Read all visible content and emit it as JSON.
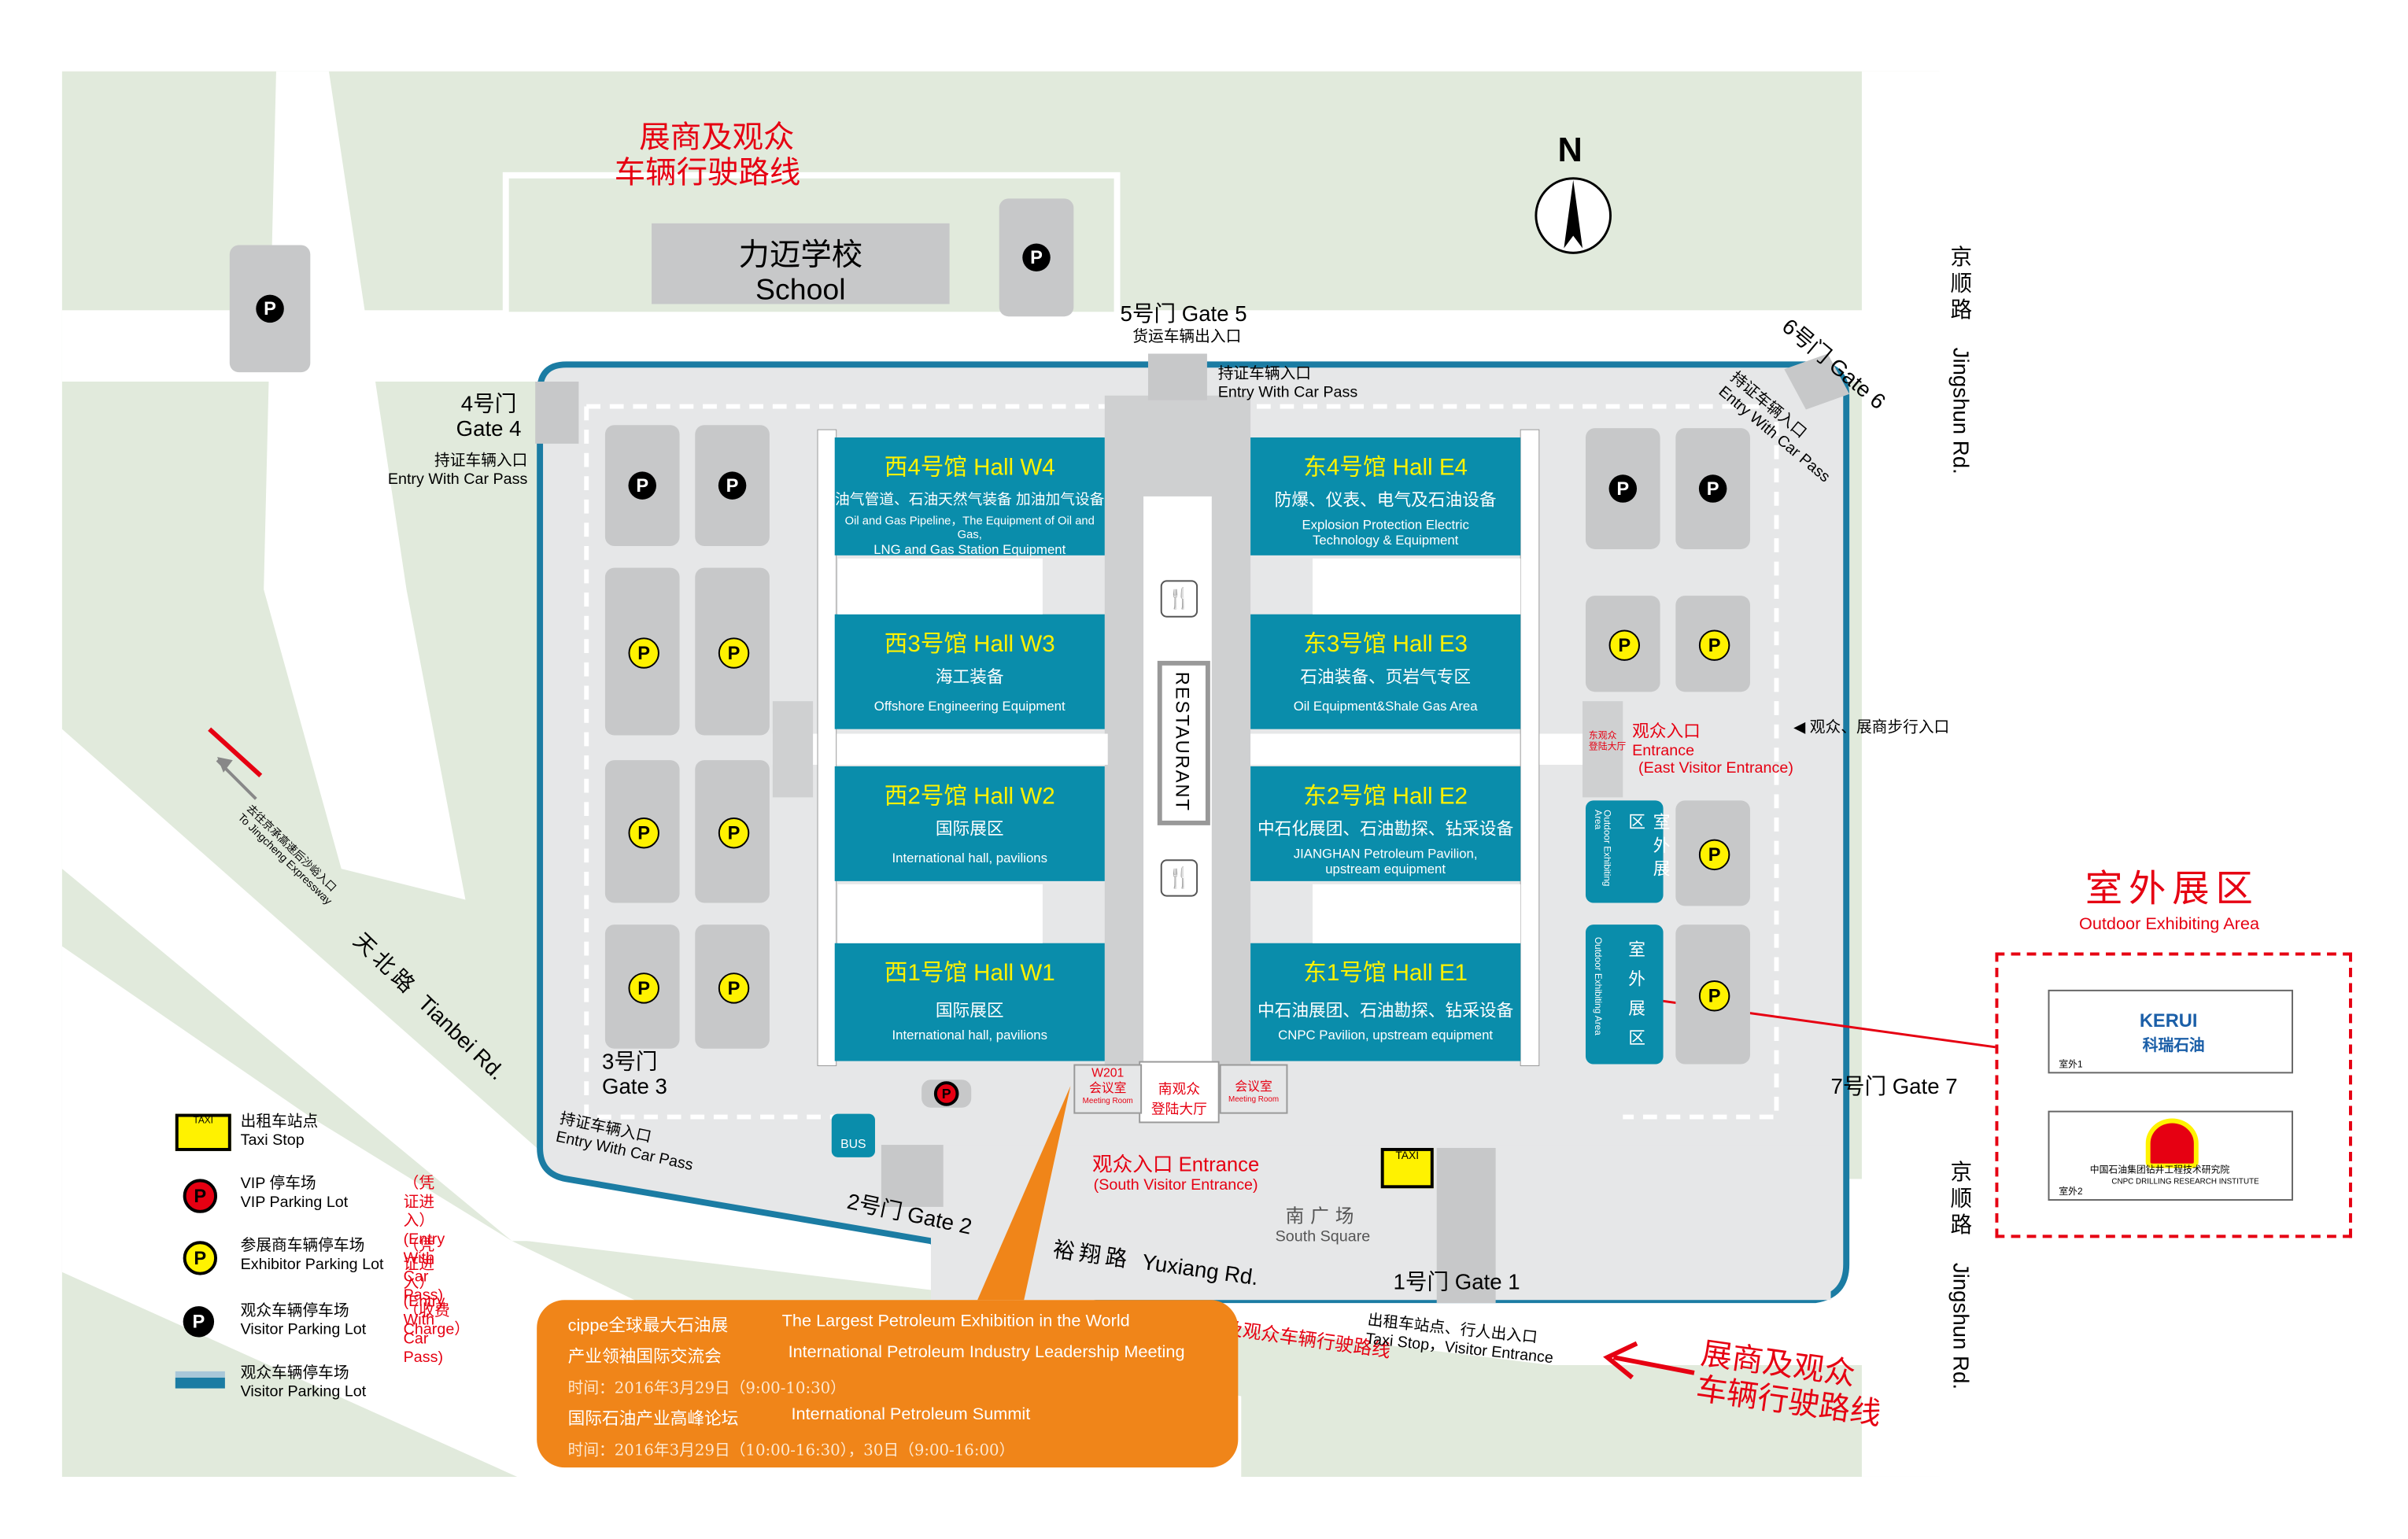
{
  "colors": {
    "hall_blue": "#0a8dab",
    "ground_green": "#e1eadc",
    "road_gray": "#e6e7e8",
    "parking_gray": "#c7c8c9",
    "accent_red": "#e60012",
    "hall_title_yellow": "#fff200",
    "callout_orange": "#f08519",
    "boundary_blue": "#1b7ca3"
  },
  "north_label": "N",
  "route_title_top": {
    "line1": "展商及观众",
    "line2": "车辆行驶路线"
  },
  "route_title_bottom": {
    "line1": "展商及观众",
    "line2": "车辆行驶路线"
  },
  "route_fragment": "及观众车辆行驶路线",
  "school": {
    "cn": "力迈学校",
    "en": "School"
  },
  "gates": {
    "gate5": {
      "name": "5号门 Gate 5",
      "sub": "货运车辆出入口",
      "pass_cn": "持证车辆入口",
      "pass_en": "Entry With Car Pass"
    },
    "gate4": {
      "name_cn": "4号门",
      "name_en": "Gate 4",
      "pass_cn": "持证车辆入口",
      "pass_en": "Entry With Car Pass"
    },
    "gate6": {
      "name": "6号门 Gate 6",
      "pass_cn": "持证车辆入口",
      "pass_en": "Entry With Car Pass"
    },
    "gate3": {
      "name_cn": "3号门",
      "name_en": "Gate 3",
      "pass_cn": "持证车辆入口",
      "pass_en": "Entry With Car Pass"
    },
    "gate2": {
      "name": "2号门 Gate 2"
    },
    "gate1": {
      "name": "1号门 Gate 1",
      "sub_cn": "出租车站点、行人出入口",
      "sub_en": "Taxi Stop，Visitor Entrance"
    },
    "gate7": {
      "name": "7号门 Gate 7"
    }
  },
  "roads": {
    "jingshun_top": {
      "cn": "京顺路",
      "en": "Jingshun Rd."
    },
    "jingshun_bottom": {
      "cn": "京顺路",
      "en": "Jingshun Rd."
    },
    "tianbei": {
      "cn": "天北路",
      "en": "Tianbei Rd."
    },
    "yuxiang": {
      "cn": "裕翔路",
      "en": "Yuxiang Rd."
    },
    "expressway": {
      "cn": "去往京承高速后沙峪入口",
      "en": "To Jingcheng Expressway"
    }
  },
  "halls": {
    "w4": {
      "title": "西4号馆  Hall W4",
      "cn": "油气管道、石油天然气装备 加油加气设备",
      "en1": "Oil and Gas Pipeline，The Equipment of Oil and Gas,",
      "en2": "LNG and Gas Station Equipment"
    },
    "w3": {
      "title": "西3号馆  Hall W3",
      "cn": "海工装备",
      "en1": "Offshore Engineering Equipment",
      "en2": ""
    },
    "w2": {
      "title": "西2号馆  Hall W2",
      "cn": "国际展区",
      "en1": "International hall, pavilions",
      "en2": ""
    },
    "w1": {
      "title": "西1号馆  Hall W1",
      "cn": "国际展区",
      "en1": "International hall, pavilions",
      "en2": ""
    },
    "e4": {
      "title": "东4号馆  Hall E4",
      "cn": "防爆、仪表、电气及石油设备",
      "en1": "Explosion Protection Electric",
      "en2": "Technology & Equipment"
    },
    "e3": {
      "title": "东3号馆  Hall E3",
      "cn": "石油装备、页岩气专区",
      "en1": "Oil Equipment&Shale Gas Area",
      "en2": ""
    },
    "e2": {
      "title": "东2号馆  Hall E2",
      "cn": "中石化展团、石油勘探、钻采设备",
      "en1": "JIANGHAN Petroleum Pavilion,",
      "en2": "upstream equipment"
    },
    "e1": {
      "title": "东1号馆  Hall E1",
      "cn": "中石油展团、石油勘探、钻采设备",
      "en1": "CNPC Pavilion, upstream equipment",
      "en2": ""
    }
  },
  "restaurant": "RESTAURANT",
  "meeting_room": {
    "w201": "W201",
    "cn": "会议室",
    "en": "Meeting Room"
  },
  "south_hall_entrance": {
    "line1": "南观众",
    "line2": "登陆大厅"
  },
  "south_entrance": {
    "cn": "观众入口 Entrance",
    "en": "(South Visitor Entrance)"
  },
  "east_entrance": {
    "cn": "观众入口",
    "en1": "Entrance",
    "en2": "(East Visitor Entrance)",
    "small1": "东观众",
    "small2": "登陆大厅"
  },
  "pedestrian_entry": "◀ 观众、展商步行入口",
  "outdoor_area_small": {
    "cn": "室外展区",
    "en": "Outdoor Exhibiting Area"
  },
  "outdoor_area": {
    "cn": "室外展区",
    "en": "Outdoor Exhibiting Area",
    "booth1": {
      "logo_en": "KERUI",
      "logo_cn": "科瑞石油",
      "label": "室外1"
    },
    "booth2": {
      "org": "中国石油集团钻井工程技术研究院",
      "org_en": "CNPC DRILLING RESEARCH INSTITUTE",
      "label": "室外2"
    }
  },
  "south_square": {
    "cn": "南广场",
    "en": "South Square"
  },
  "bus_label": "BUS",
  "taxi_label": "TAXI",
  "parking_symbol": "P",
  "legend": [
    {
      "icon": "taxi",
      "cn": "出租车站点",
      "en": "Taxi Stop",
      "note_cn": "",
      "note_en": ""
    },
    {
      "icon": "vip",
      "cn": "VIP 停车场",
      "en": "VIP Parking Lot",
      "note_cn": "（凭证进入）",
      "note_en": "(Entry With Car Pass)"
    },
    {
      "icon": "exhibitor",
      "cn": "参展商车辆停车场",
      "en": "Exhibitor Parking Lot",
      "note_cn": "（凭证进入）",
      "note_en": "(Entry With Car Pass)"
    },
    {
      "icon": "visitor",
      "cn": "观众车辆停车场",
      "en": "Visitor Parking Lot",
      "note_cn": "（收费 Charge）",
      "note_en": ""
    },
    {
      "icon": "visitor-line",
      "cn": "观众车辆停车场",
      "en": "Visitor Parking Lot",
      "note_cn": "",
      "note_en": ""
    }
  ],
  "callout": {
    "l1_cn": "cippe全球最大石油展",
    "l1_en": "The Largest Petroleum Exhibition in the World",
    "l2_cn": "产业领袖国际交流会",
    "l2_en": "International Petroleum Industry Leadership Meeting",
    "l3": "时间：2016年3月29日（9:00-10:30）",
    "l4_cn": "国际石油产业高峰论坛",
    "l4_en": "International Petroleum Summit",
    "l5": "时间：2016年3月29日（10:00-16:30），30日（9:00-16:00）"
  }
}
